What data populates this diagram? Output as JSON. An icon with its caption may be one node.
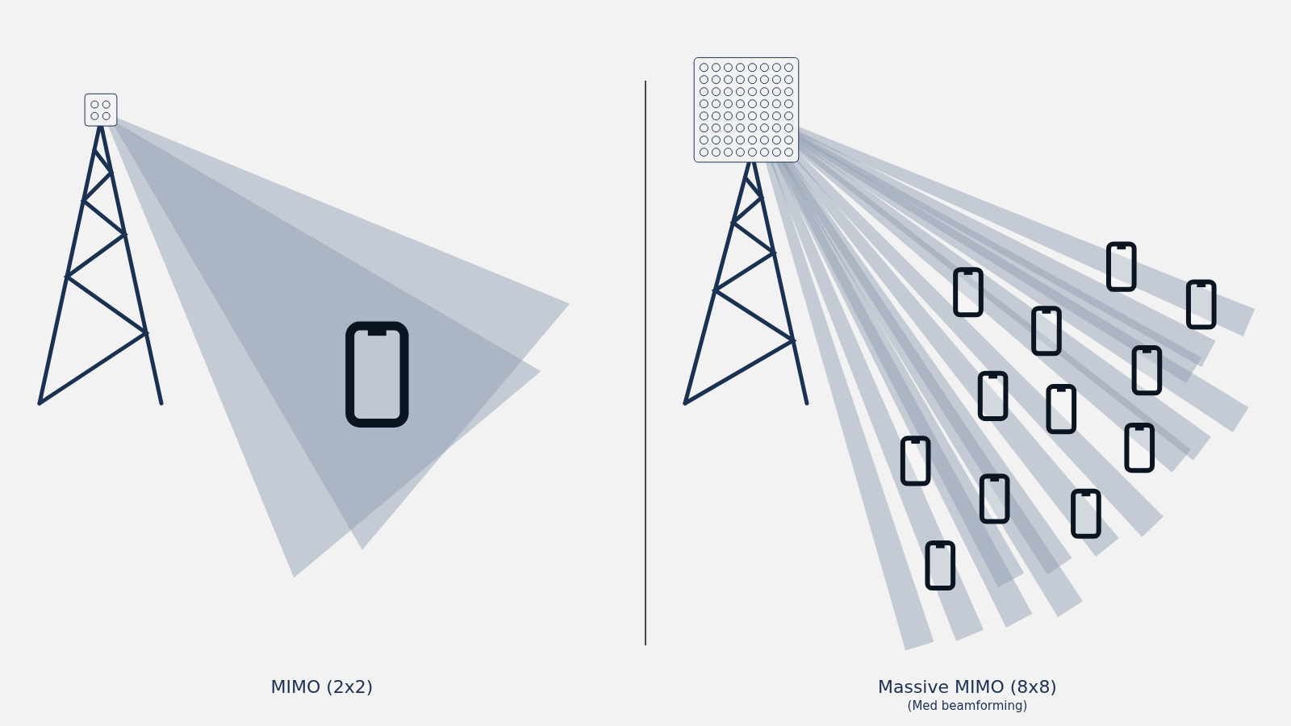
{
  "diagram": {
    "labels": [
      "MIMO (2x2)",
      "Massive MIMO (8x8)",
      "(Med beamforming)"
    ]
  }
}
